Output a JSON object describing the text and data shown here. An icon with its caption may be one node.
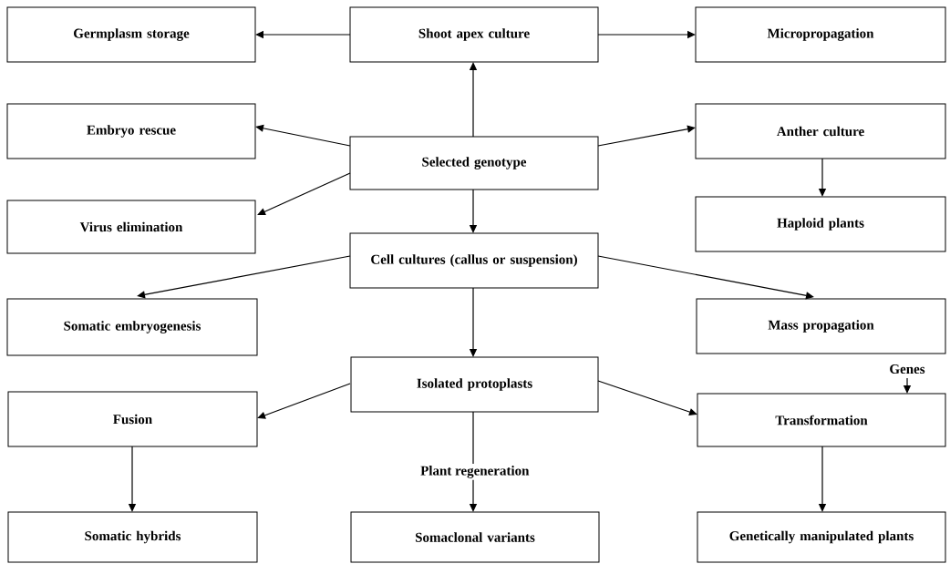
{
  "diagram": {
    "nodes": [
      {
        "text": [
          "Germplasm storage"
        ]
      },
      {
        "text": [
          "Shoot apex culture"
        ]
      },
      {
        "text": [
          "Micropropagation"
        ]
      },
      {
        "text": [
          "Embryo rescue"
        ]
      },
      {
        "text": [
          "Anther culture"
        ]
      },
      {
        "text": [
          "Selected genotype"
        ]
      },
      {
        "text": [
          "Haploid plants"
        ]
      },
      {
        "text": [
          "Virus elimination"
        ]
      },
      {
        "text": [
          "Cell cultures (callus or suspension)"
        ]
      },
      {
        "text": [
          "Somatic embryogenesis"
        ]
      },
      {
        "text": [
          "Mass propagation"
        ]
      },
      {
        "text": [
          "Isolated protoplasts"
        ]
      },
      {
        "text": [
          "Genes"
        ]
      },
      {
        "text": [
          "Fusion"
        ]
      },
      {
        "text": [
          "Transformation"
        ]
      },
      {
        "text": [
          "Somatic hybrids"
        ]
      },
      {
        "text": [
          "Somaclonal variants"
        ]
      },
      {
        "text": [
          "Genetically manipulated plants"
        ]
      }
    ],
    "edges": [
      {
        "from": 1,
        "to": 0,
        "arrow": "to"
      },
      {
        "from": 1,
        "to": 2,
        "arrow": "to"
      },
      {
        "from": 5,
        "to": 1,
        "arrow": "to"
      },
      {
        "from": 5,
        "to": 3,
        "arrow": "to"
      },
      {
        "from": 5,
        "to": 7,
        "arrow": "to"
      },
      {
        "from": 5,
        "to": 4,
        "arrow": "to"
      },
      {
        "from": 4,
        "to": 6,
        "arrow": "to"
      },
      {
        "from": 5,
        "to": 8,
        "arrow": "to"
      },
      {
        "from": 8,
        "to": 9,
        "arrow": "to"
      },
      {
        "from": 8,
        "to": 10,
        "arrow": "to"
      },
      {
        "from": 8,
        "to": 11,
        "arrow": "to"
      },
      {
        "from": 11,
        "to": 13,
        "arrow": "to"
      },
      {
        "from": 11,
        "to": 14,
        "arrow": "to"
      },
      {
        "from": 12,
        "to": 14,
        "arrow": "to"
      },
      {
        "from": 13,
        "to": 15,
        "arrow": "to"
      },
      {
        "from": 11,
        "to": 16,
        "arrow": "to",
        "label": "Plant regeneration"
      },
      {
        "from": 14,
        "to": 17,
        "arrow": "to"
      }
    ]
  }
}
